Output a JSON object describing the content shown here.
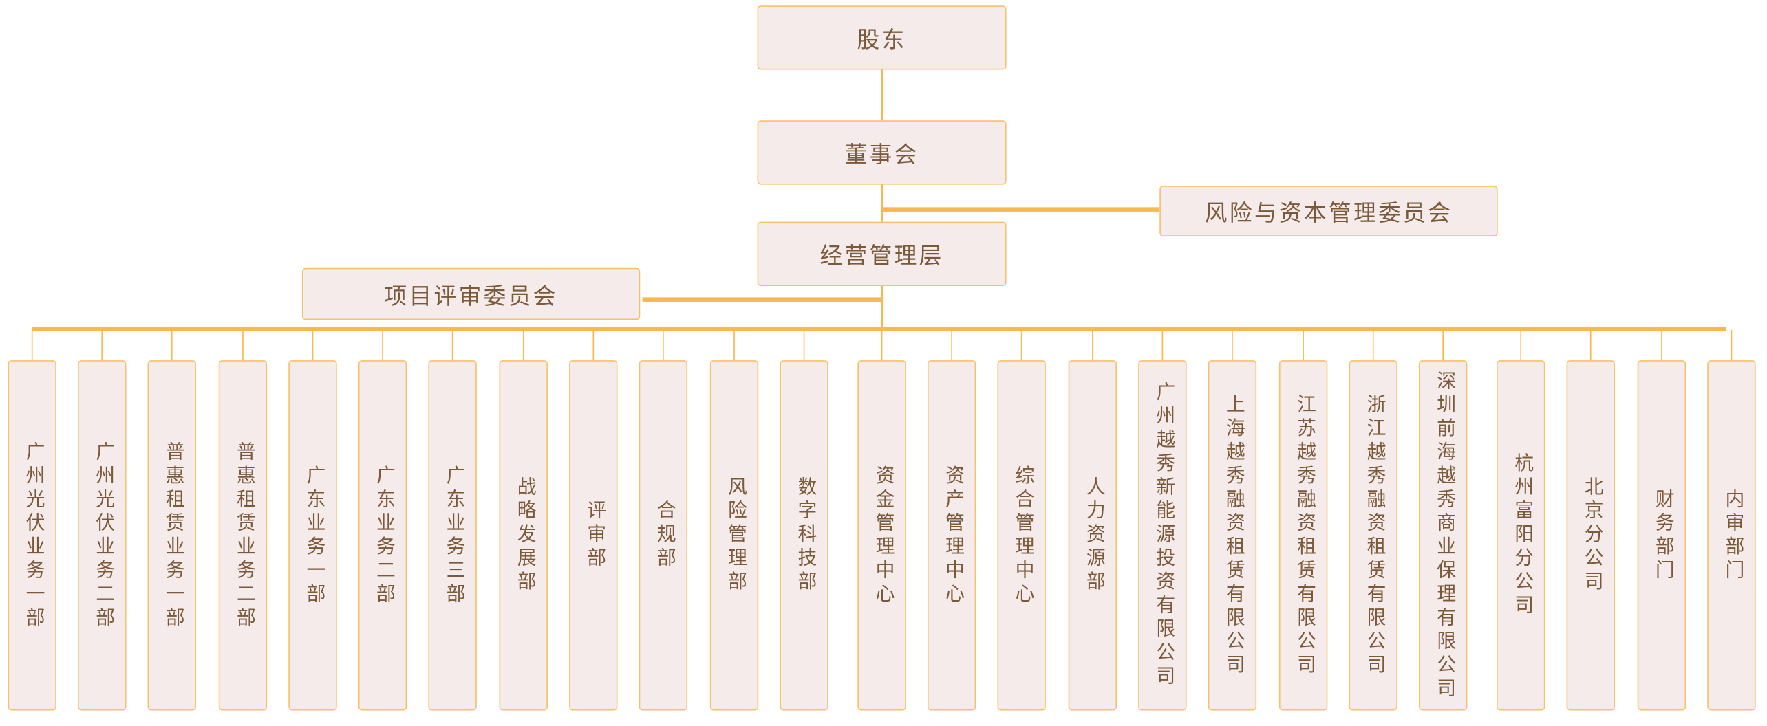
{
  "top": {
    "shareholders": "股东",
    "board": "董事会",
    "management": "经营管理层",
    "risk_committee": "风险与资本管理委员会",
    "review_committee": "项目评审委员会"
  },
  "departments": [
    "广州光伏业务一部",
    "广州光伏业务二部",
    "普惠租赁业务一部",
    "普惠租赁业务二部",
    "广东业务一部",
    "广东业务二部",
    "广东业务三部",
    "战略发展部",
    "评审部",
    "合规部",
    "风险管理部",
    "数字科技部",
    "资金管理中心",
    "资产管理中心",
    "综合管理中心",
    "人力资源部",
    "广州越秀新能源投资有限公司",
    "上海越秀融资租赁有限公司",
    "江苏越秀融资租赁有限公司",
    "浙江越秀融资租赁有限公司",
    "深圳前海越秀商业保理有限公司",
    "杭州富阳分公司",
    "北京分公司",
    "财务部门",
    "内审部门"
  ],
  "colors": {
    "line": "#f9b84f",
    "border": "#f5c26b",
    "fill": "#f5ebeb",
    "text": "#7a5a3a"
  }
}
